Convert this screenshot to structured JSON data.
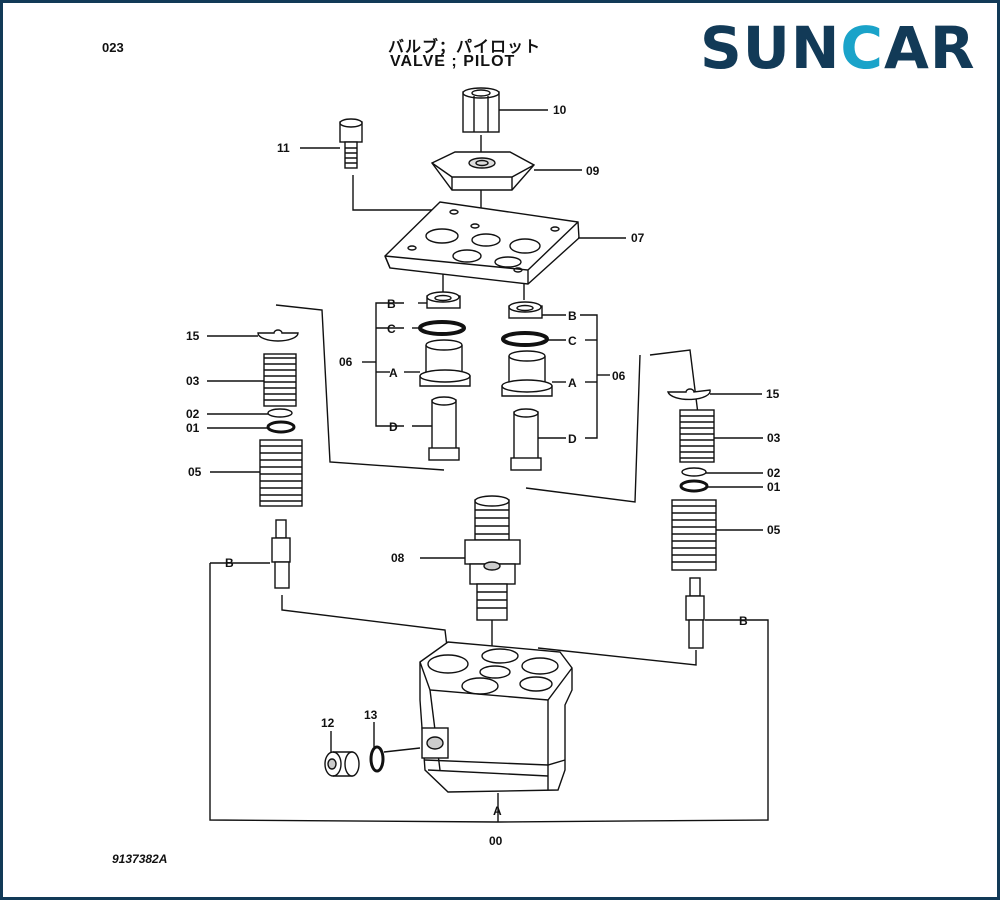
{
  "header": {
    "page_number": "023",
    "title_jp": "バルブ；パイロット",
    "title_en": "VALVE ; PILOT"
  },
  "brand": {
    "logo_text_1": "SUN",
    "logo_text_2": "C",
    "logo_text_3": "AR",
    "primary_color": "#123a57",
    "accent_color": "#1aa3c9"
  },
  "footer": {
    "drawing_number": "9137382A"
  },
  "callouts": {
    "p00": "00",
    "p01": "01",
    "p02": "02",
    "p03": "03",
    "p05": "05",
    "p06": "06",
    "p07": "07",
    "p08": "08",
    "p09": "09",
    "p10": "10",
    "p11": "11",
    "p12": "12",
    "p13": "13",
    "p15": "15",
    "A": "A",
    "B": "B",
    "C": "C",
    "D": "D"
  }
}
